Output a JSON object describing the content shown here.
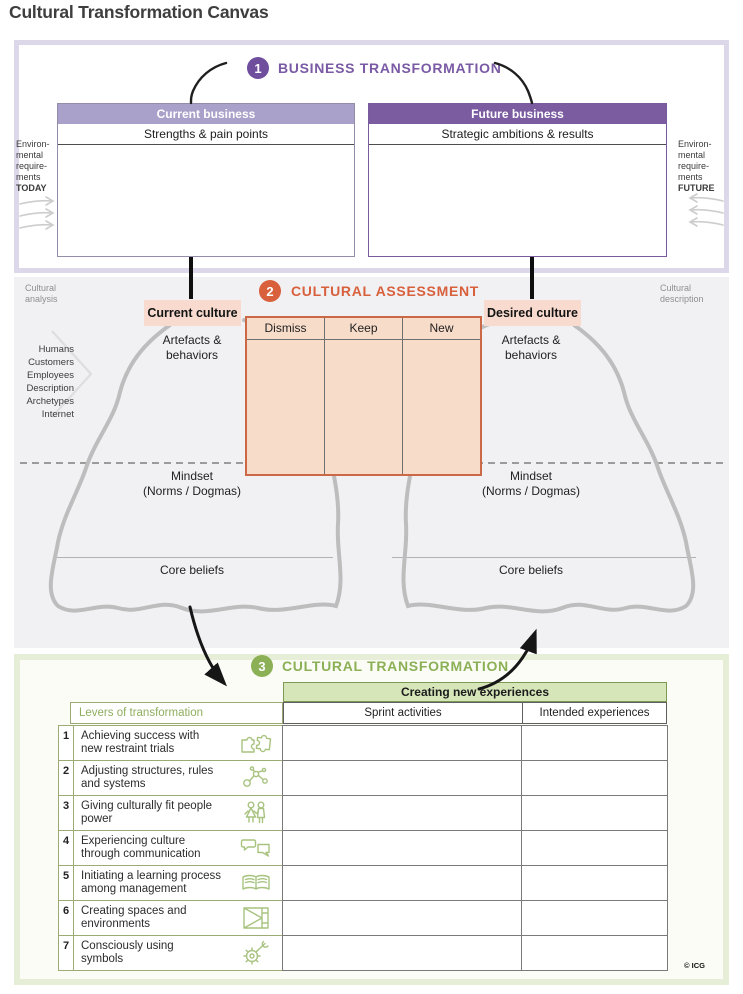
{
  "page_title": "Cultural Transformation Canvas",
  "colors": {
    "purple_dark": "#6e4e9d",
    "purple_header": "#7b5ca1",
    "purple_light_header": "#a9a1c9",
    "lavender_frame": "#dcd7e9",
    "orange": "#d8603c",
    "peach_fill": "#f8dcca",
    "peach_border": "#cb6845",
    "green": "#8bb055",
    "green_header_fill": "#d6e6b9",
    "green_frame": "#e7eed8",
    "section2_background": "#f1f0f3"
  },
  "section1": {
    "number": "1",
    "title": "BUSINESS TRANSFORMATION",
    "current": {
      "header": "Current business",
      "subtitle": "Strengths & pain points"
    },
    "future": {
      "header": "Future business",
      "subtitle": "Strategic ambitions & results"
    },
    "env_today": {
      "text": "Environ-\nmental\nrequire-\nments",
      "emphasis": "TODAY"
    },
    "env_future": {
      "text": "Environ-\nmental\nrequire-\nments",
      "emphasis": "FUTURE"
    }
  },
  "section2": {
    "number": "2",
    "title": "CULTURAL ASSESSMENT",
    "margin_left": "Cultural\nanalysis",
    "margin_right": "Cultural\ndescription",
    "sources": [
      "Humans",
      "Customers",
      "Employees",
      "Description",
      "Archetypes",
      "Internet"
    ],
    "current_culture": "Current culture",
    "desired_culture": "Desired culture",
    "levels": {
      "artefacts": "Artefacts &\nbehaviors",
      "mindset": "Mindset\n(Norms / Dogmas)",
      "core": "Core beliefs"
    },
    "assessment_columns": [
      "Dismiss",
      "Keep",
      "New"
    ]
  },
  "section3": {
    "number": "3",
    "title": "CULTURAL TRANSFORMATION",
    "table": {
      "group_header": "Creating new experiences",
      "levers_header": "Levers of transformation",
      "sprint_header": "Sprint activities",
      "intended_header": "Intended experiences",
      "rows": [
        {
          "num": "1",
          "label": "Achieving success with\nnew restraint trials",
          "icon": "puzzle-icon"
        },
        {
          "num": "2",
          "label": "Adjusting structures, rules\nand systems",
          "icon": "network-icon"
        },
        {
          "num": "3",
          "label": "Giving culturally fit people\npower",
          "icon": "people-icon"
        },
        {
          "num": "4",
          "label": "Experiencing culture\nthrough communication",
          "icon": "speech-bubbles-icon"
        },
        {
          "num": "5",
          "label": "Initiating a learning process\namong management",
          "icon": "open-book-icon"
        },
        {
          "num": "6",
          "label": "Creating spaces and\nenvironments",
          "icon": "room-icon"
        },
        {
          "num": "7",
          "label": "Consciously using\nsymbols",
          "icon": "gear-wrench-icon"
        }
      ]
    },
    "credit": "© ICG"
  }
}
